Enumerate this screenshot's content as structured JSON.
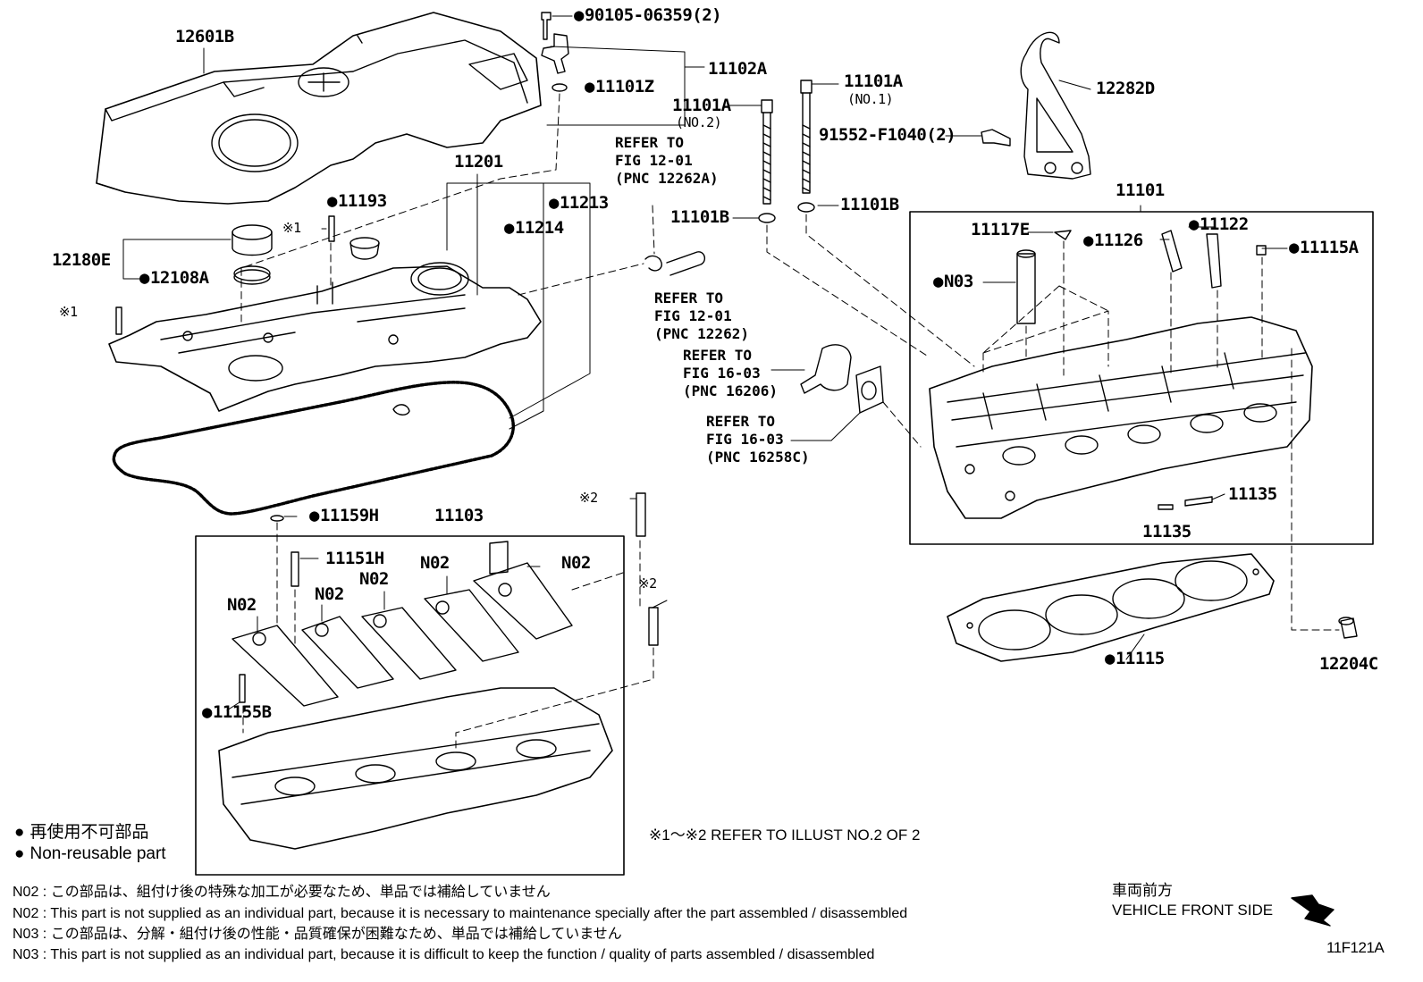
{
  "labels": {
    "l12601B": "12601B",
    "l90105": "90105-06359(2)",
    "l11102A": "11102A",
    "l11101Z": "11101Z",
    "l11101A_no2": "11101A",
    "l_no2": "(NO.2)",
    "l11101A_no1": "11101A",
    "l_no1": "(NO.1)",
    "l12282D": "12282D",
    "l91552": "91552-F1040(2)",
    "l11201": "11201",
    "l11193": "11193",
    "l11213": "11213",
    "l11214": "11214",
    "l_x1a": "※1",
    "l12180E": "12180E",
    "l12108A": "12108A",
    "l_x1b": "※1",
    "l11101B_a": "11101B",
    "l11101B_b": "11101B",
    "l11101": "11101",
    "l11117E": "11117E",
    "l11126": "11126",
    "l11122": "11122",
    "l11115A": "11115A",
    "lN03": "N03",
    "l11135_a": "11135",
    "l11135_b": "11135",
    "l11159H": "11159H",
    "l11103": "11103",
    "l_x2a": "※2",
    "l_x2b": "※2",
    "l11151H": "11151H",
    "lN02_a": "N02",
    "lN02_b": "N02",
    "lN02_c": "N02",
    "lN02_d": "N02",
    "lN02_e": "N02",
    "l11155B": "11155B",
    "l11115": "11115",
    "l12204C": "12204C",
    "l11F121A": "11F121A"
  },
  "refs": {
    "r1": "REFER TO\nFIG 12-01\n(PNC 12262A)",
    "r2": "REFER TO\nFIG 12-01\n(PNC 12262)",
    "r3": "REFER TO\nFIG 16-03\n(PNC 16206)",
    "r4": "REFER TO\nFIG 16-03\n(PNC 16258C)"
  },
  "legend": {
    "jp": "再使用不可部品",
    "en": "Non-reusable part",
    "bullet": "●"
  },
  "refer_note": "※1～※2  REFER TO ILLUST NO.2 OF 2",
  "front": {
    "jp": "車両前方",
    "en": "VEHICLE FRONT SIDE"
  },
  "notes": {
    "n1": "N02 : この部品は、組付け後の特殊な加工が必要なため、単品では補給していません",
    "n2": "N02 : This part is not supplied as an individual part, because it is necessary to maintenance specially after the part assembled / disassembled",
    "n3": "N03 : この部品は、分解・組付け後の性能・品質確保が困難なため、単品では補給していません",
    "n4": "N03 : This part is not supplied as an individual part, because it is difficult to keep the function / quality of parts  assembled / disassembled"
  }
}
